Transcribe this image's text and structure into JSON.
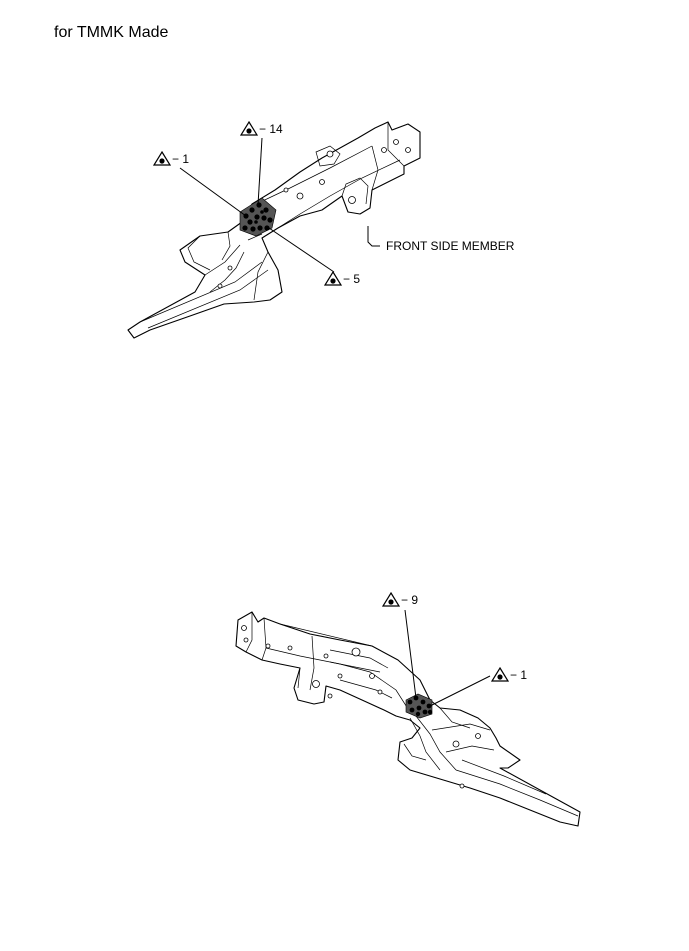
{
  "header": {
    "title": "for TMMK Made"
  },
  "top_view": {
    "callouts": [
      {
        "id": "c1",
        "symbol": "spot-weld-symbol-icon",
        "text": "− 1"
      },
      {
        "id": "c14",
        "symbol": "spot-weld-symbol-icon",
        "text": "− 14"
      },
      {
        "id": "c5",
        "symbol": "spot-weld-symbol-icon",
        "text": "− 5"
      }
    ],
    "part_label": "FRONT SIDE MEMBER"
  },
  "bottom_view": {
    "callouts": [
      {
        "id": "c9",
        "symbol": "spot-weld-symbol-icon",
        "text": "− 9"
      },
      {
        "id": "c1b",
        "symbol": "spot-weld-symbol-icon",
        "text": "− 1"
      }
    ]
  },
  "colors": {
    "line": "#000000",
    "background": "#ffffff"
  }
}
